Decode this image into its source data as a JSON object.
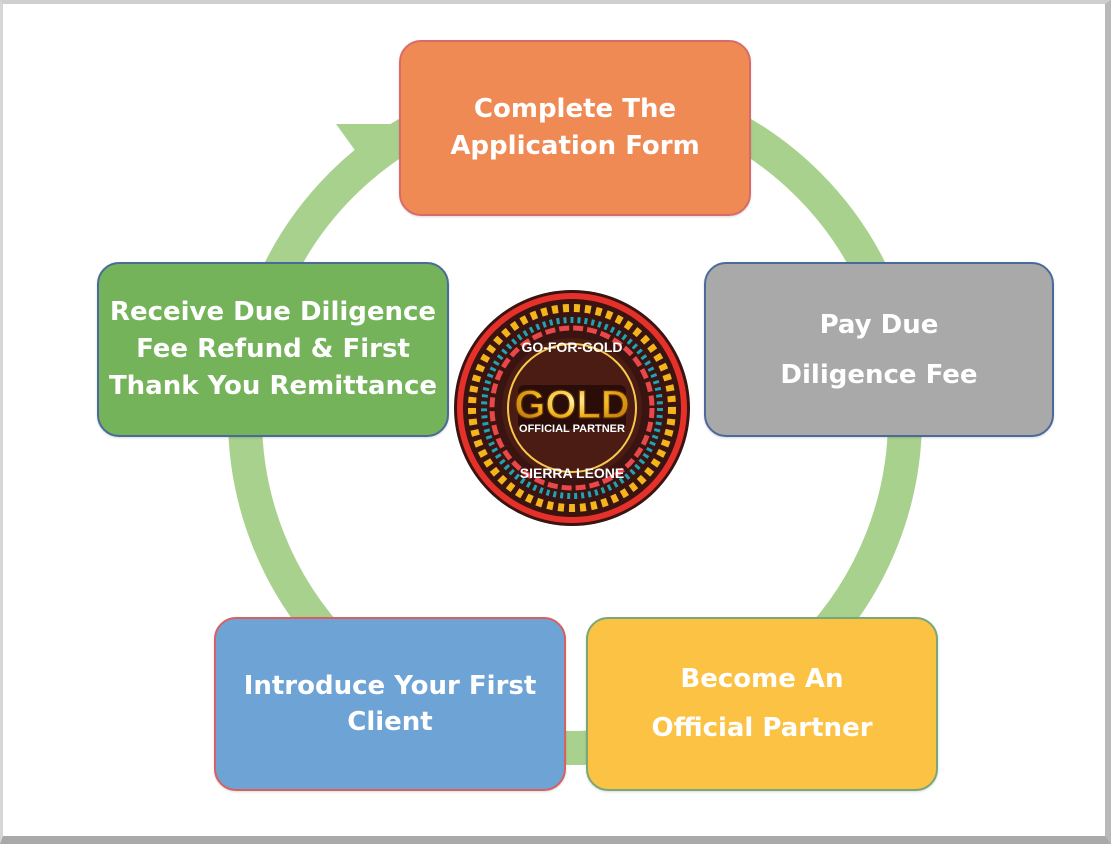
{
  "steps": [
    {
      "lines": [
        "Complete The",
        "Application Form"
      ],
      "color": "#f08a55"
    },
    {
      "lines": [
        "Pay Due",
        "Diligence Fee"
      ],
      "color": "#a9a9a9"
    },
    {
      "lines": [
        "Become An",
        "Official Partner"
      ],
      "color": "#fcc244"
    },
    {
      "lines": [
        "Introduce Your First",
        "Client"
      ],
      "color": "#6ea3d6"
    },
    {
      "lines": [
        "Receive Due Diligence",
        "Fee Refund & First",
        "Thank You Remittance"
      ],
      "color": "#74b35a"
    }
  ],
  "badge": {
    "top_text": "GO-FOR-GOLD",
    "main_text": "GOLD",
    "sub_text": "OFFICIAL PARTNER",
    "bottom_text": "SIERRA LEONE"
  },
  "arrow_color": "#a9d18e"
}
